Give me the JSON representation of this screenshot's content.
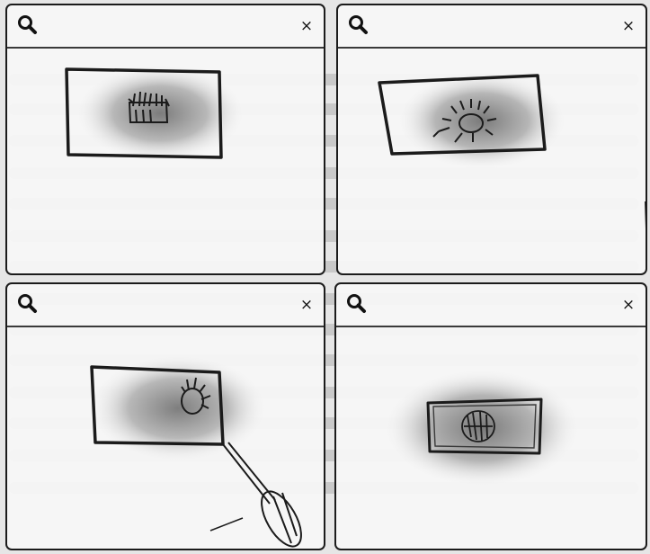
{
  "panels": [
    {
      "id": "top-left",
      "close_label": "×",
      "search_icon": "search-icon",
      "close_icon": "close-icon"
    },
    {
      "id": "top-right",
      "close_label": "×",
      "search_icon": "search-icon",
      "close_icon": "close-icon"
    },
    {
      "id": "bottom-left",
      "close_label": "×",
      "search_icon": "search-icon",
      "close_icon": "close-icon"
    },
    {
      "id": "bottom-right",
      "close_label": "×",
      "search_icon": "search-icon",
      "close_icon": "close-icon"
    }
  ],
  "colors": {
    "ink": "#1b1b1b",
    "paper": "#f6f6f6",
    "shadow": "#8a8a8a"
  }
}
